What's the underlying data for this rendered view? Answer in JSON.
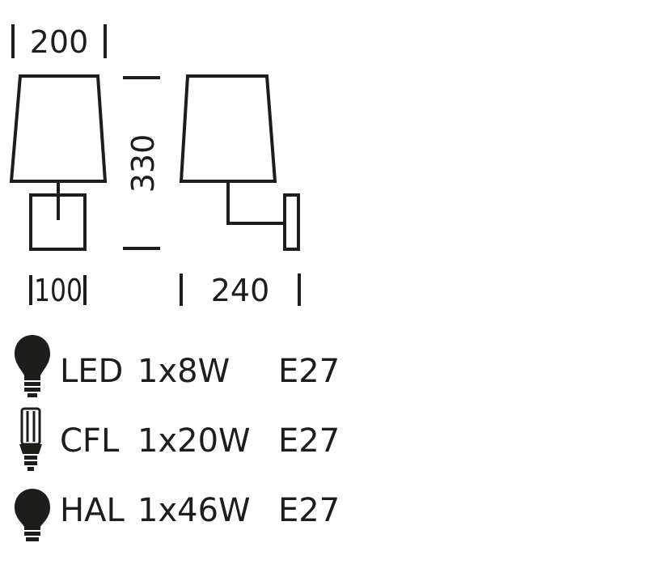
{
  "dimensions": {
    "shade_width": "200",
    "height": "330",
    "base_width": "100",
    "projection": "240"
  },
  "specs": [
    {
      "icon": "led-bulb-icon",
      "type": "LED",
      "power": "1x8W",
      "socket": "E27"
    },
    {
      "icon": "cfl-bulb-icon",
      "type": "CFL",
      "power": "1x20W",
      "socket": "E27"
    },
    {
      "icon": "halogen-bulb-icon",
      "type": "HAL",
      "power": "1x46W",
      "socket": "E27"
    }
  ],
  "colors": {
    "ink": "#1d1d1b",
    "background": "#ffffff"
  }
}
